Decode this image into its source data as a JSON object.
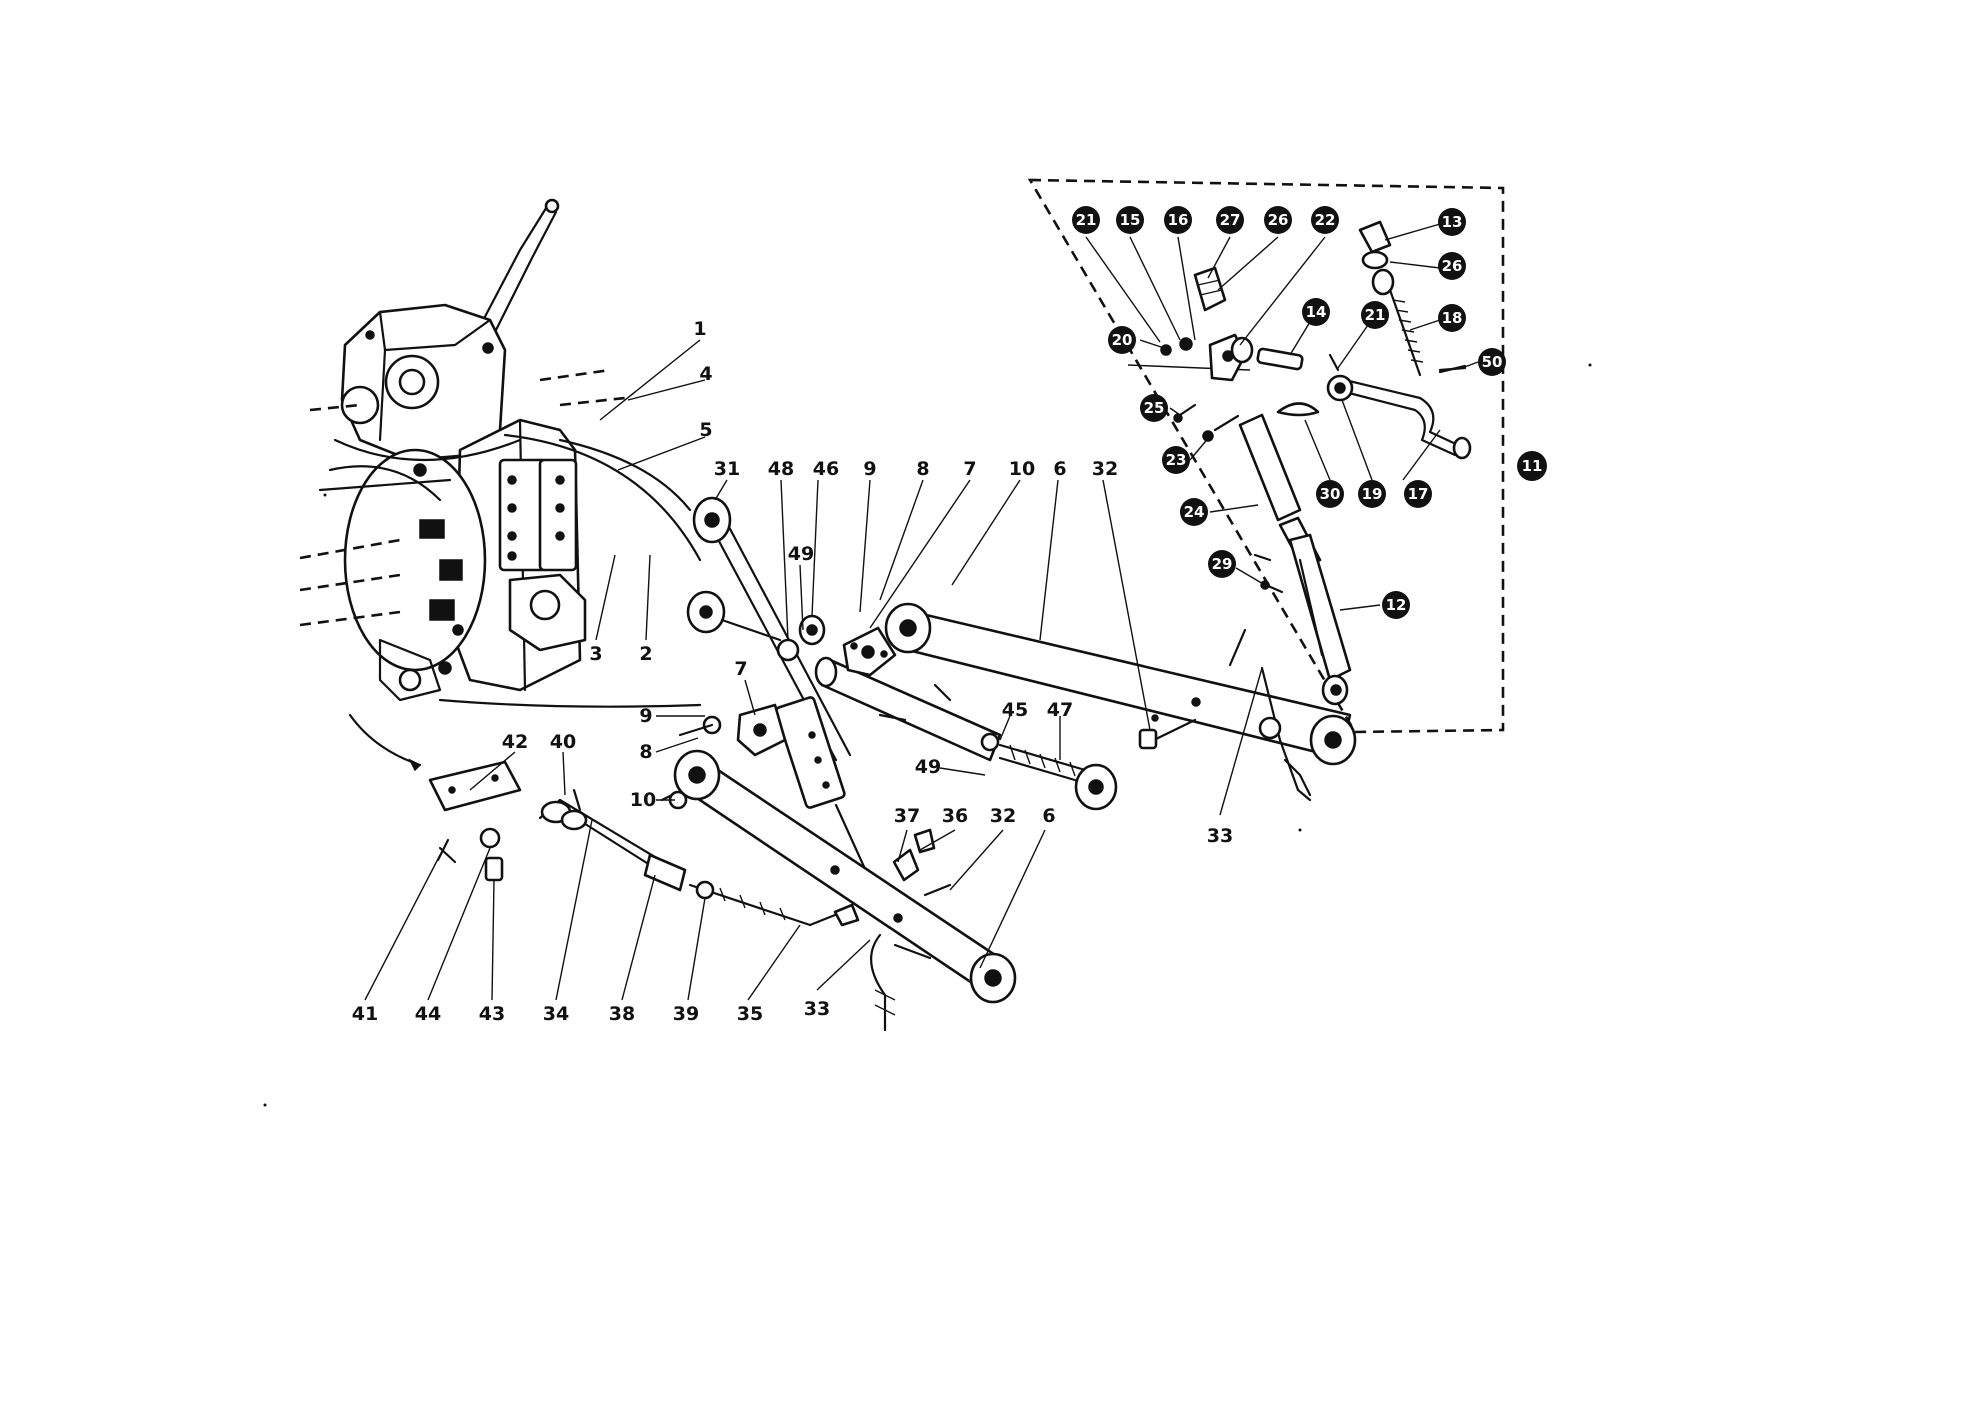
{
  "labels": {
    "p1": "1",
    "p2": "2",
    "p3": "3",
    "p4": "4",
    "p5": "5",
    "p6a": "6",
    "p6b": "6",
    "p7a": "7",
    "p7b": "7",
    "p8a": "8",
    "p8b": "8",
    "p9a": "9",
    "p9b": "9",
    "p10a": "10",
    "p10b": "10",
    "p31": "31",
    "p32a": "32",
    "p32b": "32",
    "p33a": "33",
    "p33b": "33",
    "p34": "34",
    "p35": "35",
    "p36": "36",
    "p37": "37",
    "p38": "38",
    "p39": "39",
    "p40": "40",
    "p41": "41",
    "p42": "42",
    "p43": "43",
    "p44": "44",
    "p45": "45",
    "p46": "46",
    "p47": "47",
    "p48": "48",
    "p49a": "49",
    "p49b": "49"
  },
  "circled_labels": {
    "c11": "11",
    "c12": "12",
    "c13": "13",
    "c14": "14",
    "c15": "15",
    "c16": "16",
    "c17": "17",
    "c18": "18",
    "c19": "19",
    "c20": "20",
    "c21a": "21",
    "c21b": "21",
    "c22": "22",
    "c23": "23",
    "c24": "24",
    "c25": "25",
    "c26a": "26",
    "c26b": "26",
    "c27": "27",
    "c29": "29",
    "c30": "30",
    "c50": "50"
  }
}
